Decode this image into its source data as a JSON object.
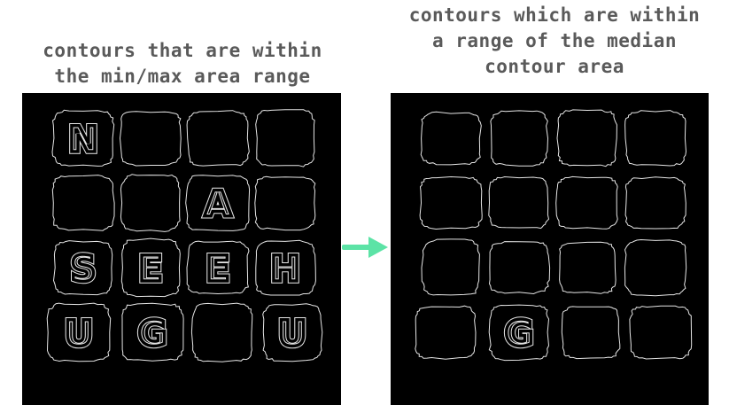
{
  "captions": {
    "left": [
      "contours that are within",
      "the min/max area range"
    ],
    "right": [
      "contours which are within",
      "a range of the median",
      "contour area"
    ]
  },
  "colors": {
    "background": "#ffffff",
    "panel": "#000000",
    "contour": "#e6e6e6",
    "arrow": "#5ce3a6",
    "caption": "#5a5a5a"
  },
  "panels": {
    "left": {
      "tiles": [
        {
          "row": 0,
          "col": 0,
          "letter": "N"
        },
        {
          "row": 0,
          "col": 1,
          "letter": ""
        },
        {
          "row": 0,
          "col": 2,
          "letter": ""
        },
        {
          "row": 0,
          "col": 3,
          "letter": ""
        },
        {
          "row": 1,
          "col": 0,
          "letter": ""
        },
        {
          "row": 1,
          "col": 1,
          "letter": ""
        },
        {
          "row": 1,
          "col": 2,
          "letter": "A"
        },
        {
          "row": 1,
          "col": 3,
          "letter": ""
        },
        {
          "row": 2,
          "col": 0,
          "letter": "S"
        },
        {
          "row": 2,
          "col": 1,
          "letter": "E"
        },
        {
          "row": 2,
          "col": 2,
          "letter": "E"
        },
        {
          "row": 2,
          "col": 3,
          "letter": "H"
        },
        {
          "row": 3,
          "col": 0,
          "letter": "U"
        },
        {
          "row": 3,
          "col": 1,
          "letter": "G"
        },
        {
          "row": 3,
          "col": 2,
          "letter": ""
        },
        {
          "row": 3,
          "col": 3,
          "letter": "U"
        }
      ]
    },
    "right": {
      "tiles": [
        {
          "row": 0,
          "col": 0,
          "letter": ""
        },
        {
          "row": 0,
          "col": 1,
          "letter": ""
        },
        {
          "row": 0,
          "col": 2,
          "letter": ""
        },
        {
          "row": 0,
          "col": 3,
          "letter": ""
        },
        {
          "row": 1,
          "col": 0,
          "letter": ""
        },
        {
          "row": 1,
          "col": 1,
          "letter": ""
        },
        {
          "row": 1,
          "col": 2,
          "letter": ""
        },
        {
          "row": 1,
          "col": 3,
          "letter": ""
        },
        {
          "row": 2,
          "col": 0,
          "letter": ""
        },
        {
          "row": 2,
          "col": 1,
          "letter": ""
        },
        {
          "row": 2,
          "col": 2,
          "letter": ""
        },
        {
          "row": 2,
          "col": 3,
          "letter": ""
        },
        {
          "row": 3,
          "col": 0,
          "letter": ""
        },
        {
          "row": 3,
          "col": 1,
          "letter": "G"
        },
        {
          "row": 3,
          "col": 2,
          "letter": ""
        },
        {
          "row": 3,
          "col": 3,
          "letter": ""
        }
      ]
    }
  }
}
